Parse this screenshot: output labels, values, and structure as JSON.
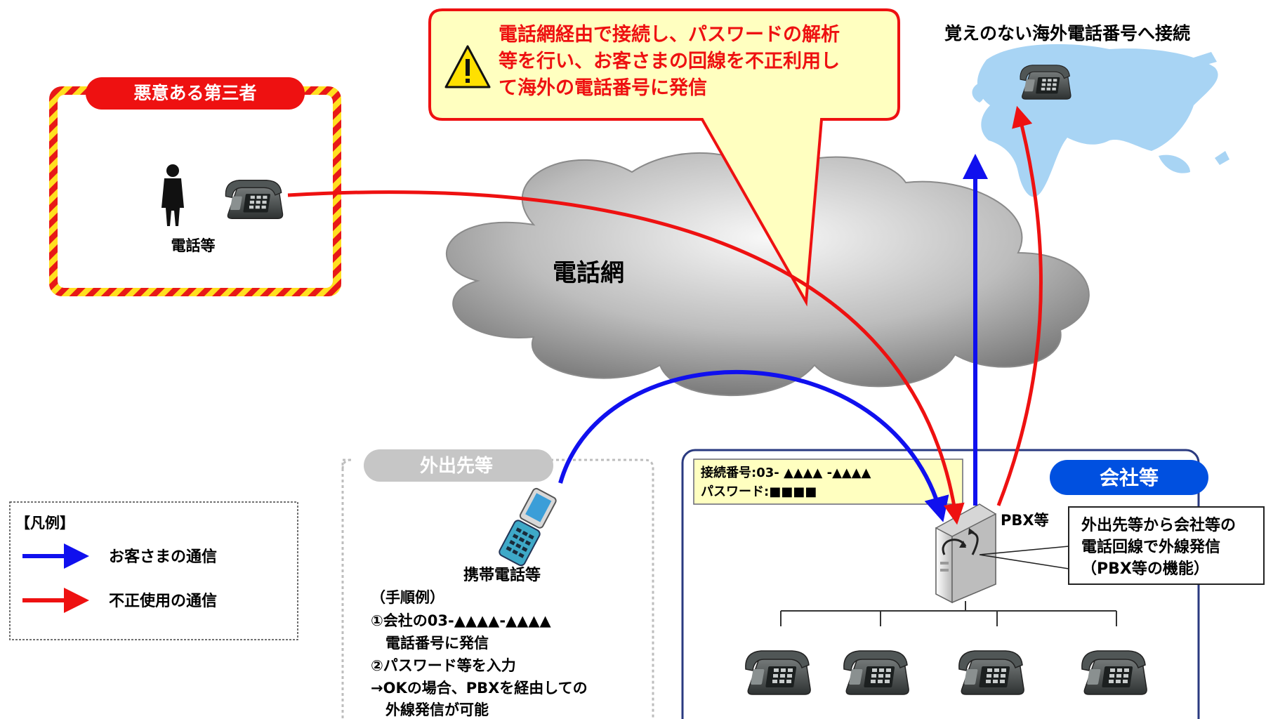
{
  "attacker": {
    "title": "悪意ある第三者",
    "phone_label": "電話等"
  },
  "network": {
    "label": "電話網"
  },
  "callout": {
    "lines": [
      "電話網経由で接続し、パスワードの解析",
      "等を行い、お客さまの回線を不正利用し",
      "て海外の電話番号に発信"
    ]
  },
  "overseas": {
    "label": "覚えのない海外電話番号へ接続"
  },
  "outside": {
    "title": "外出先等",
    "mobile_label": "携帯電話等",
    "steps": [
      "（手順例）",
      "①会社の03-▲▲▲▲-▲▲▲▲",
      "　電話番号に発信",
      "②パスワード等を入力",
      "→OKの場合、PBXを経由しての",
      "　外線発信が可能"
    ]
  },
  "company": {
    "title": "会社等",
    "access_number": "接続番号:03- ▲▲▲▲ -▲▲▲▲",
    "password": "パスワード:■■■■",
    "pbx_label": "PBX等",
    "pbx_note": [
      "外出先等から会社等の",
      "電話回線で外線発信",
      "（PBX等の機能）"
    ]
  },
  "legend": {
    "title": "【凡例】",
    "items": [
      {
        "label": "お客さまの通信",
        "color": "#1010ee"
      },
      {
        "label": "不正使用の通信",
        "color": "#ee1111"
      }
    ]
  },
  "colors": {
    "customer": "#1010ee",
    "fraud": "#ee1111",
    "callout_fill": "#ffffc0",
    "company_border": "#2a3a80",
    "company_badge": "#0050e0",
    "map": "#a8d4f4"
  },
  "icons": {
    "warning": "warning-icon",
    "desk_phone": "desk-phone-icon",
    "person": "person-icon",
    "mobile": "mobile-phone-icon",
    "server": "pbx-server-icon",
    "map": "world-map-icon",
    "cloud": "cloud-icon"
  }
}
